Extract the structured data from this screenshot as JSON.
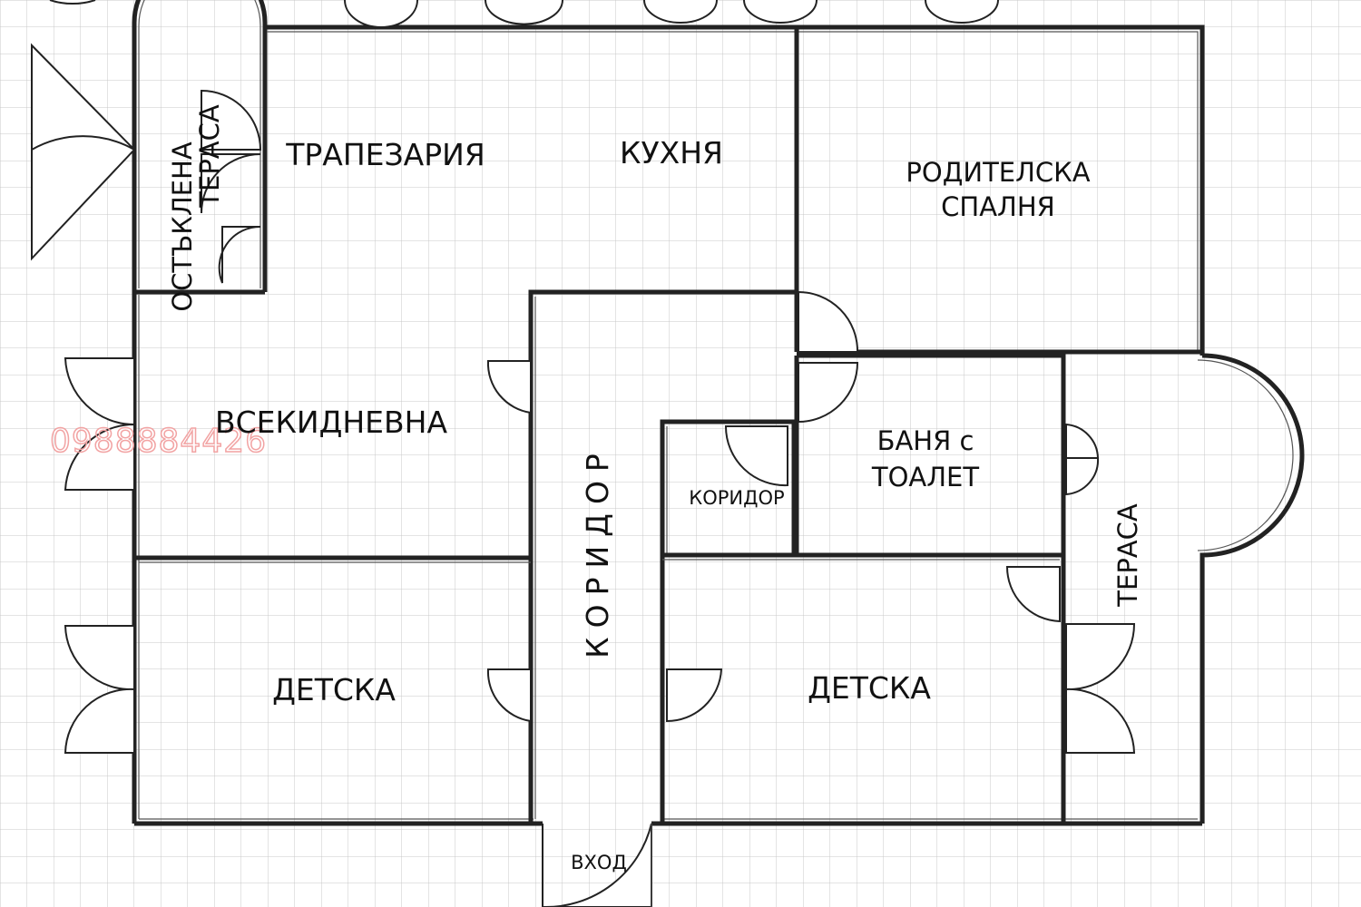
{
  "rooms": {
    "glazed_terrace_line1": "ОСТЪКЛЕНА",
    "glazed_terrace_line2": "ТЕРАСА",
    "dining": "ТРАПЕЗАРИЯ",
    "kitchen": "КУХНЯ",
    "master_bedroom_line1": "РОДИТЕЛСКА",
    "master_bedroom_line2": "СПАЛНЯ",
    "living_room": "ВСЕКИДНЕВНА",
    "corridor_main": "КОРИДОР",
    "corridor_small": "КОРИДОР",
    "bathroom_line1": "БАНЯ с",
    "bathroom_line2": "ТОАЛЕТ",
    "terrace": "ТЕРАСА",
    "kids_room_left": "ДЕТСКА",
    "kids_room_right": "ДЕТСКА",
    "entrance": "ВХОД"
  },
  "watermark": "0988884426",
  "colors": {
    "grid": "#c8c8c8",
    "wall": "#222222",
    "watermark": "#f2a3a3"
  }
}
